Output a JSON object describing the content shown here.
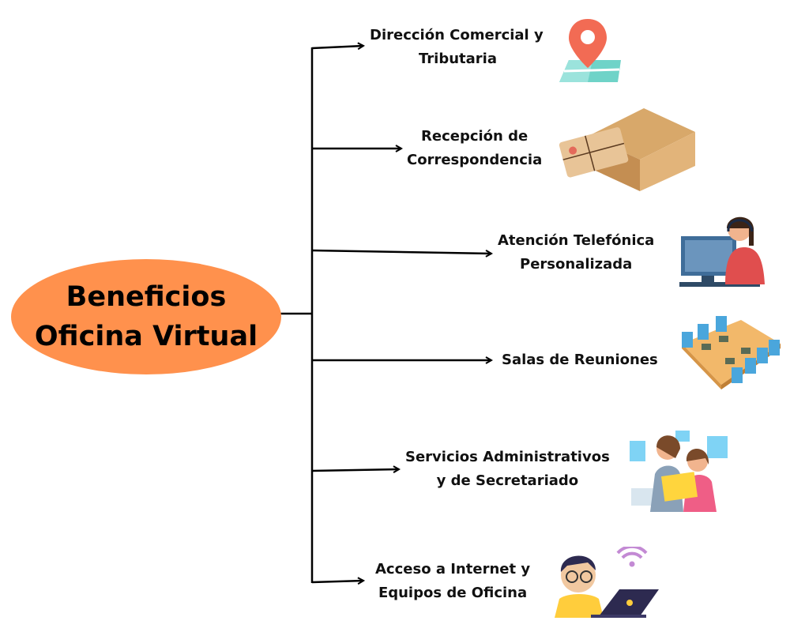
{
  "center": {
    "line1": "Beneficios",
    "line2": "Oficina Virtual",
    "color": "#FF914D"
  },
  "items": [
    {
      "line1": "Dirección Comercial y",
      "line2": "Tributaria",
      "icon": "map-pin-icon"
    },
    {
      "line1": "Recepción de",
      "line2": "Correspondencia",
      "icon": "package-box-icon"
    },
    {
      "line1": "Atención Telefónica",
      "line2": "Personalizada",
      "icon": "call-center-agent-icon"
    },
    {
      "line1": "Salas de Reuniones",
      "line2": "",
      "icon": "meeting-room-icon"
    },
    {
      "line1": "Servicios Administrativos",
      "line2": "y de Secretariado",
      "icon": "office-workers-icon"
    },
    {
      "line1": "Acceso a Internet y",
      "line2": "Equipos de Oficina",
      "icon": "internet-laptop-icon"
    }
  ]
}
